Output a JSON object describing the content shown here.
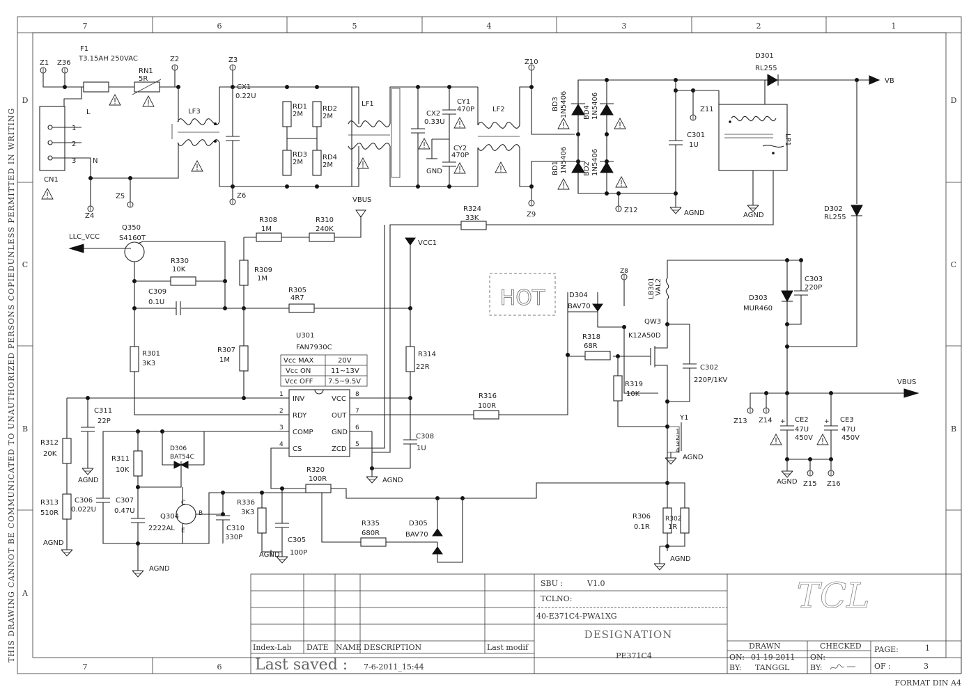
{
  "frame": {
    "columns": [
      "7",
      "6",
      "5",
      "4",
      "3",
      "2",
      "1"
    ],
    "rows": [
      "D",
      "C",
      "B",
      "A"
    ],
    "side_notice": "THIS DRAWING CANNOT BE COMMUNICATED TO UNAUTHORIZED PERSONS COPIEDUNLESS  PERMITTED IN WRITING",
    "format": "FORMAT DIN A4"
  },
  "title_block": {
    "sbu_label": "SBU :",
    "sbu_value": "V1.0",
    "tclno_label": "TCLNO:",
    "part_no": "40-E371C4-PWA1XG",
    "designation_label": "DESIGNATION",
    "designation_value": "PE371C4",
    "logo": "TCL",
    "drawn_label": "DRAWN",
    "checked_label": "CHECKED",
    "on_label": "ON:",
    "by_label": "BY:",
    "drawn_on": "01-19-2011",
    "drawn_by": "TANGGL",
    "page_label": "PAGE:",
    "page_value": "1",
    "of_label": "OF :",
    "of_value": "3",
    "revision_headers": [
      "Index-Lab",
      "DATE",
      "NAME",
      "DESCRIPTION",
      "Last modif"
    ],
    "last_saved_label": "Last saved :",
    "last_saved_value": "7-6-2011_15:44"
  },
  "ic": {
    "ref": "U301",
    "part": "FAN7930C",
    "table": [
      [
        "Vcc MAX",
        "20V"
      ],
      [
        "Vcc ON",
        "11~13V"
      ],
      [
        "Vcc OFF",
        "7.5~9.5V"
      ]
    ],
    "pins_left": [
      [
        "1",
        "INV"
      ],
      [
        "2",
        "RDY"
      ],
      [
        "3",
        "COMP"
      ],
      [
        "4",
        "CS"
      ]
    ],
    "pins_right": [
      [
        "8",
        "VCC"
      ],
      [
        "7",
        "OUT"
      ],
      [
        "6",
        "GND"
      ],
      [
        "5",
        "ZCD"
      ]
    ]
  },
  "hot_label": "HOT",
  "nets": {
    "vb": "VB",
    "vbus": "VBUS",
    "vcc1": "VCC1",
    "llc_vcc": "LLC_VCC",
    "agnd": "AGND",
    "gnd": "GND"
  },
  "labels": {
    "F1": "F1",
    "F1v": "T3.15AH 250VAC",
    "RN1": "RN1",
    "RN1v": "5R",
    "CN1": "CN1",
    "L": "L",
    "N": "N",
    "p1": "1",
    "p2": "2",
    "p3": "3",
    "LF3": "LF3",
    "LF1": "LF1",
    "LF2": "LF2",
    "LP1": "LP1",
    "CX1": "CX1",
    "CX1v": "0.22U",
    "CX2": "CX2",
    "CX2v": "0.33U",
    "CY1": "CY1",
    "CY1v": "470P",
    "CY2": "CY2",
    "CY2v": "470P",
    "RD1": "RD1",
    "RD2": "RD2",
    "RD3": "RD3",
    "RD4": "RD4",
    "RDv": "2M",
    "BD1": "BD1",
    "BD2": "BD2",
    "BD3": "BD3",
    "BD4": "BD4",
    "BDv": "1N5406",
    "C301": "C301",
    "C301v": "1U",
    "D301": "D301",
    "D301v": "RL255",
    "D302": "D302",
    "D302v": "RL255",
    "D303": "D303",
    "D303v": "MUR460",
    "C303": "C303",
    "C303v": "220P",
    "Z1": "Z1",
    "Z36": "Z36",
    "Z2": "Z2",
    "Z3": "Z3",
    "Z4": "Z4",
    "Z5": "Z5",
    "Z6": "Z6",
    "Z9": "Z9",
    "Z10": "Z10",
    "Z11": "Z11",
    "Z12": "Z12",
    "Z13": "Z13",
    "Z14": "Z14",
    "Z15": "Z15",
    "Z16": "Z16",
    "Z8": "Z8",
    "Q350": "Q350",
    "Q350v": "S4160T",
    "R330": "R330",
    "R330v": "10K",
    "C309": "C309",
    "C309v": "0.1U",
    "R308": "R308",
    "R308v": "1M",
    "R310": "R310",
    "R310v": "240K",
    "R309": "R309",
    "R309v": "1M",
    "R305": "R305",
    "R305v": "4R7",
    "R307": "R307",
    "R307v": "1M",
    "R301": "R301",
    "R301v": "3K3",
    "R324": "R324",
    "R324v": "33K",
    "R314": "R314",
    "R314v": "22R",
    "R316": "R316",
    "R316v": "100R",
    "C308": "C308",
    "C308v": "1U",
    "D304": "D304",
    "D304v": "BAV70",
    "R318": "R318",
    "R318v": "68R",
    "QW3": "QW3",
    "QW3v": "K12A50D",
    "LB301": "LB301",
    "LB301v": "VAL2",
    "C302": "C302",
    "C302v": "220P/1KV",
    "R319": "R319",
    "R319v": "10K",
    "Y1": "Y1",
    "C311": "C311",
    "C311v": "22P",
    "R312": "R312",
    "R312v": "20K",
    "R313": "R313",
    "R313v": "510R",
    "C306": "C306",
    "C306v": "0.022U",
    "R311": "R311",
    "R311v": "10K",
    "D306": "D306",
    "D306v": "BAT54C",
    "C307": "C307",
    "C307v": "0.47U",
    "Q304": "Q304",
    "Q304v": "2222AL",
    "C310": "C310",
    "C310v": "330P",
    "R336": "R336",
    "R336v": "3K3",
    "R320": "R320",
    "R320v": "100R",
    "C305": "C305",
    "C305v": "100P",
    "R335": "R335",
    "R335v": "680R",
    "D305": "D305",
    "D305v": "BAV70",
    "R306": "R306",
    "R306v": "0.1R",
    "R302": "R302",
    "R302v": "1R",
    "CE2": "CE2",
    "CE2v1": "47U",
    "CE2v2": "450V",
    "CE3": "CE3",
    "CE3v1": "47U",
    "CE3v2": "450V",
    "Qc": "C",
    "Qb": "B",
    "Qe": "E"
  }
}
